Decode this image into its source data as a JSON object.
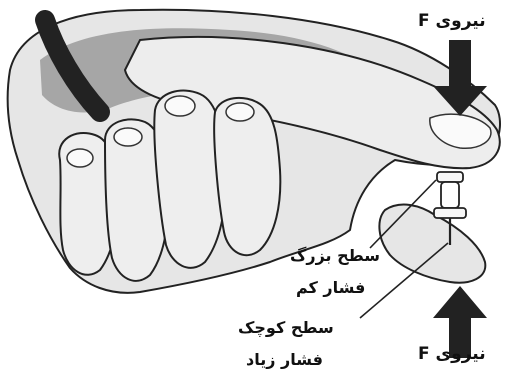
{
  "labels": {
    "force_top": "نیروی F",
    "force_bottom": "نیروی F",
    "large_surface": "سطح بزرگ",
    "low_pressure": "فشار کم",
    "small_surface": "سطح کوچک",
    "high_pressure": "فشار زیاد"
  },
  "colors": {
    "hand_fill": "#e6e6e6",
    "hand_shadow": "#9a9a9a",
    "outline": "#222222",
    "arrow": "#222222"
  }
}
